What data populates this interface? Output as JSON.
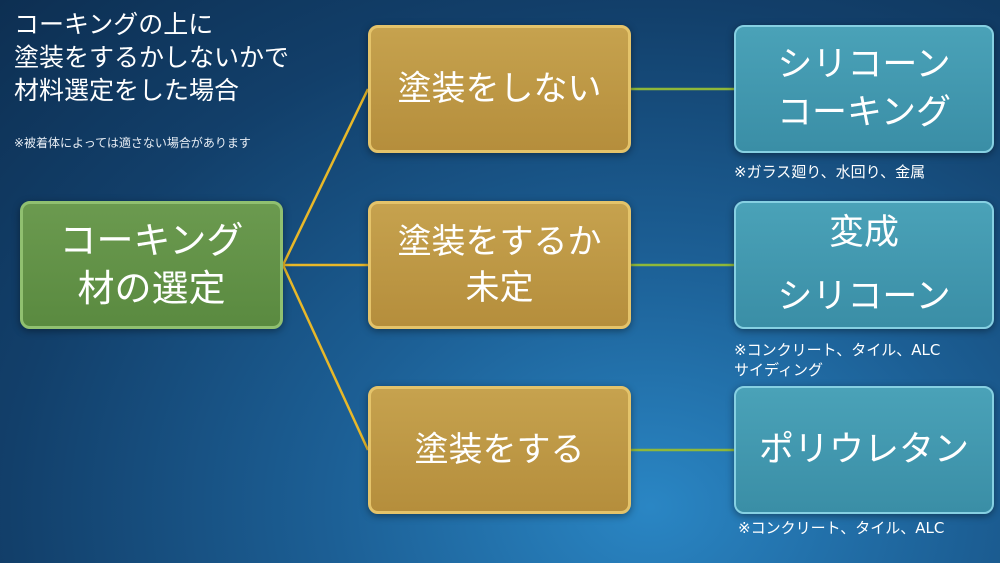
{
  "heading": {
    "lines": [
      "コーキングの上に",
      "塗装をするかしないかで",
      "材料選定をした場合"
    ],
    "note": "※被着体によっては適さない場合があります"
  },
  "root": {
    "lines": [
      "コーキング",
      "材の選定"
    ]
  },
  "branches": [
    {
      "lines": [
        "塗装をしない"
      ]
    },
    {
      "lines": [
        "塗装をするか",
        "未定"
      ]
    },
    {
      "lines": [
        "塗装をする"
      ]
    }
  ],
  "results": [
    {
      "lines": [
        "シリコーン",
        "コーキング"
      ],
      "notes": [
        "※ガラス廻り、水回り、金属"
      ]
    },
    {
      "lines": [
        "変成",
        "シリコーン"
      ],
      "notes": [
        "※コンクリート、タイル、ALC",
        "サイディング"
      ]
    },
    {
      "lines": [
        "ポリウレタン"
      ],
      "notes": [
        "※コンクリート、タイル、ALC"
      ]
    }
  ],
  "colors": {
    "connector_root": "#e8b829",
    "connector_result": "#8fb83a"
  }
}
